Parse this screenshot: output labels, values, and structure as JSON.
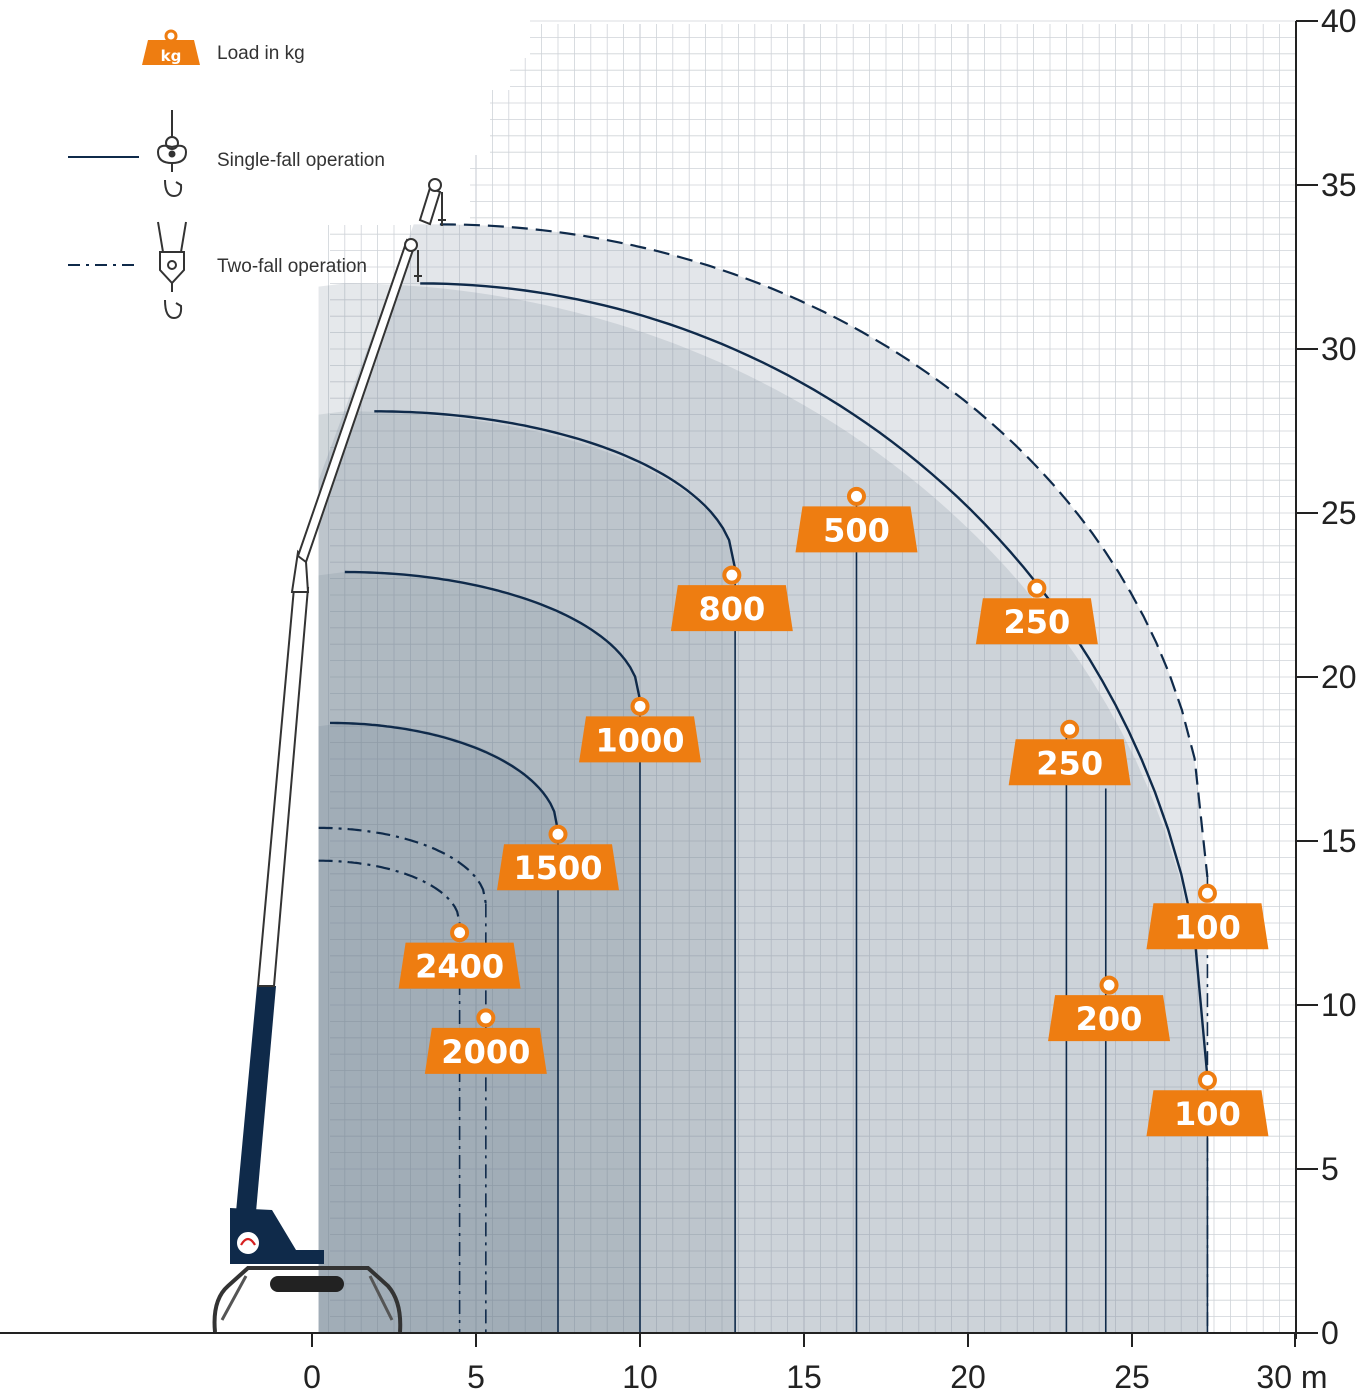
{
  "colors": {
    "accent": "#ee7d11",
    "navy": "#0f2a4a",
    "grid": "#cfd3d8"
  },
  "legend": {
    "load_label": "Load in kg",
    "weight_icon_text": "kg",
    "single_fall_label": "Single-fall operation",
    "two_fall_label": "Two-fall operation"
  },
  "axis": {
    "x_unit_label": "30 m"
  },
  "chart_data": {
    "type": "area",
    "title": "",
    "xlabel": "",
    "ylabel": "",
    "xlim": [
      -9.4,
      30
    ],
    "ylim": [
      0,
      40
    ],
    "grid": true,
    "legend_position": "top-left",
    "x_ticks": [
      0,
      5,
      10,
      15,
      20,
      25
    ],
    "x_tick_labels": [
      "0",
      "5",
      "10",
      "15",
      "20",
      "25"
    ],
    "y_ticks": [
      0,
      5,
      10,
      15,
      20,
      25,
      30,
      35,
      40
    ],
    "y_tick_labels": [
      "0",
      "5",
      "10",
      "15",
      "20",
      "25",
      "30",
      "35",
      "40"
    ],
    "series": [
      {
        "kind": "single-fall",
        "load": "500",
        "max_height": 32.0,
        "max_radius": 16.6,
        "curve_end_height": 25.5
      },
      {
        "kind": "single-fall",
        "load": "250",
        "max_height": 32.0,
        "max_radius": 23.0,
        "curve_end_height": 18.4
      },
      {
        "kind": "single-fall",
        "load": "100",
        "max_height": 32.0,
        "max_radius": 27.3,
        "curve_end_height": 7.8
      },
      {
        "kind": "single-fall",
        "load": "800",
        "max_height": 28.1,
        "max_radius": 12.9,
        "curve_end_height": 23.3
      },
      {
        "kind": "single-fall",
        "load": "1000",
        "max_height": 23.2,
        "max_radius": 10.0,
        "curve_end_height": 19.3
      },
      {
        "kind": "single-fall",
        "load": "1500",
        "max_height": 18.6,
        "max_radius": 7.5,
        "curve_end_height": 15.3
      },
      {
        "kind": "two-fall",
        "load": "250",
        "max_height": 33.8,
        "max_radius": 22.0,
        "curve_end_height": 22.8
      },
      {
        "kind": "two-fall",
        "load": "200",
        "max_height": 33.8,
        "max_radius": 24.2,
        "curve_end_height": 16.6
      },
      {
        "kind": "two-fall",
        "load": "100",
        "max_height": 33.8,
        "max_radius": 27.3,
        "curve_end_height": 13.9
      },
      {
        "kind": "two-fall",
        "load": "2400",
        "max_height": 14.4,
        "max_radius": 4.5,
        "curve_end_height": 12.5
      },
      {
        "kind": "two-fall",
        "load": "2000",
        "max_height": 15.4,
        "max_radius": 5.3,
        "curve_end_height": 13.1
      }
    ],
    "annotations": [
      {
        "text": "500",
        "x": 16.6,
        "y": 24.5
      },
      {
        "text": "800",
        "x": 12.8,
        "y": 22.1
      },
      {
        "text": "250",
        "x": 22.1,
        "y": 21.7
      },
      {
        "text": "1000",
        "x": 10.0,
        "y": 18.1
      },
      {
        "text": "250",
        "x": 23.1,
        "y": 17.4
      },
      {
        "text": "1500",
        "x": 7.5,
        "y": 14.2
      },
      {
        "text": "100",
        "x": 27.3,
        "y": 12.4
      },
      {
        "text": "2400",
        "x": 4.5,
        "y": 11.2
      },
      {
        "text": "200",
        "x": 24.3,
        "y": 9.6
      },
      {
        "text": "2000",
        "x": 5.3,
        "y": 8.6
      },
      {
        "text": "100",
        "x": 27.3,
        "y": 6.7
      }
    ]
  }
}
